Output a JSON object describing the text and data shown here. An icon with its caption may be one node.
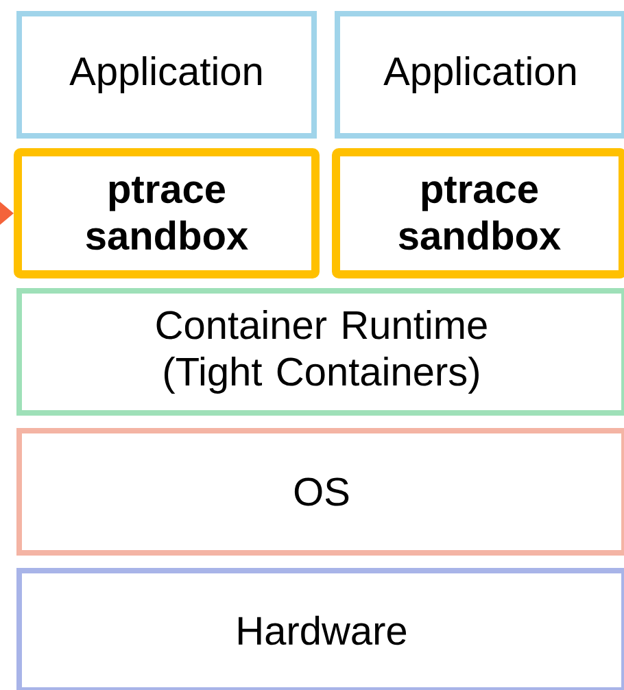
{
  "diagram": {
    "nodes": [
      {
        "text": [
          "Application"
        ]
      },
      {
        "text": [
          "Application"
        ]
      },
      {
        "text": [
          "ptrace sandbox"
        ]
      },
      {
        "text": [
          "ptrace sandbox"
        ]
      },
      {
        "text": [
          "Container Runtime (Tight Containers)"
        ]
      },
      {
        "text": [
          "OS"
        ]
      },
      {
        "text": [
          "Hardware"
        ]
      }
    ],
    "edges": [
      {
        "from": null,
        "to": 2,
        "arrow": "to",
        "color": "#f4633a"
      }
    ]
  }
}
